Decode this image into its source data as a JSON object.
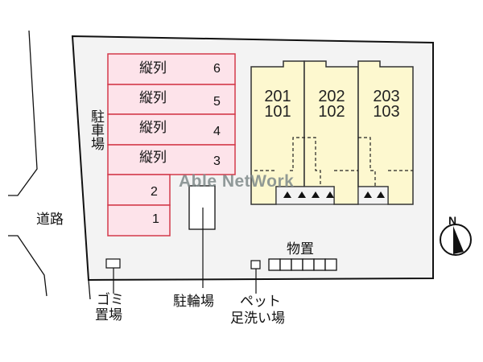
{
  "labels": {
    "parking": "駐車場",
    "road": "道路",
    "garbage_line1": "ゴミ",
    "garbage_line2": "置場",
    "bicycle": "駐輪場",
    "pet_line1": "ペット",
    "pet_line2": "足洗い場",
    "storage": "物置",
    "north": "N"
  },
  "parking_spaces": [
    {
      "label": "縦列",
      "number": "6"
    },
    {
      "label": "縦列",
      "number": "5"
    },
    {
      "label": "縦列",
      "number": "4"
    },
    {
      "label": "縦列",
      "number": "3"
    },
    {
      "label": "",
      "number": "2"
    },
    {
      "label": "",
      "number": "1"
    }
  ],
  "units": [
    {
      "upper": "201",
      "lower": "101"
    },
    {
      "upper": "202",
      "lower": "102"
    },
    {
      "upper": "203",
      "lower": "103"
    }
  ],
  "watermark": "Able NetWork",
  "colors": {
    "parking_fill": "#fde3ea",
    "parking_border": "#d33a4a",
    "building_fill": "#fdf8cf",
    "lot_fill": "#f3f3f3",
    "outline": "#111111"
  }
}
